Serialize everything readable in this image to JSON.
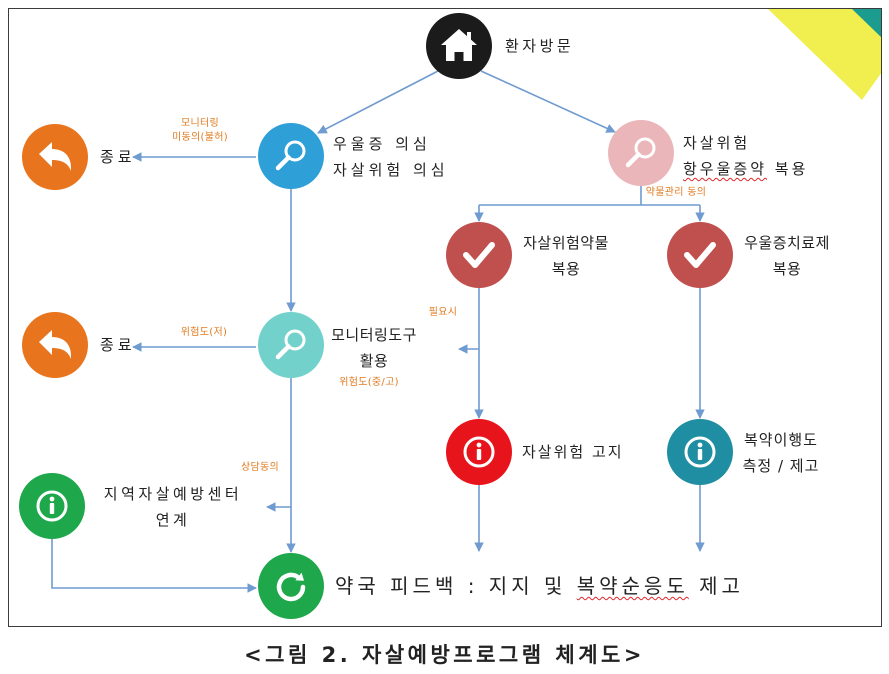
{
  "diagram": {
    "colors": {
      "arrow": "#6f9bd1",
      "edge_label": "#e07a1f",
      "underline": "#e0262b",
      "accent_yellow": "#f1ef4f",
      "accent_teal": "#1c9c8e"
    },
    "nodes": {
      "visit": {
        "label": "환자방문",
        "icon": "home-icon",
        "color": "#1b1b1b"
      },
      "end_upper": {
        "label": "종료",
        "icon": "undo-arrow-icon",
        "color": "#e8751d"
      },
      "suspect": {
        "line1": "우울증 의심",
        "line2": "자살위험 의심",
        "icon": "search-icon",
        "color": "#2f9fd7"
      },
      "antidepressant": {
        "line1": "자살위험",
        "line2_marked": "항우울증약",
        "line2_rest": " 복용",
        "icon": "search-icon",
        "color": "#ebb6b9"
      },
      "risk_drug": {
        "line1": "자살위험약물",
        "line2": "복용",
        "icon": "check-icon",
        "color": "#c0504e"
      },
      "depression_drug": {
        "line1": "우울증치료제",
        "line2": "복용",
        "icon": "check-icon",
        "color": "#c0504e"
      },
      "end_lower": {
        "label": "종료",
        "icon": "undo-arrow-icon",
        "color": "#e8751d"
      },
      "monitoring_tool": {
        "line1": "모니터링도구",
        "line2": "활용",
        "icon": "search-icon",
        "color": "#73d1cb"
      },
      "risk_notice": {
        "label": "자살위험 고지",
        "icon": "info-icon",
        "color": "#e8141b"
      },
      "adherence": {
        "line1": "복약이행도",
        "line2": "측정 / 제고",
        "icon": "info-icon",
        "color": "#1f8ea2"
      },
      "community_center": {
        "line1": "지역자살예방센터",
        "line2": "연계",
        "icon": "info-icon",
        "color": "#1ea84b"
      },
      "feedback": {
        "label_start": "약국 피드백 : 지지 및 ",
        "label_marked": "복약순응도",
        "label_end": " 제고",
        "icon": "refresh-icon",
        "color": "#1ea84b"
      }
    },
    "edge_labels": {
      "monitoring_refused_1": "모니터링",
      "monitoring_refused_2": "미동의(불허)",
      "medication_consent": "약물관리 동의",
      "risk_low": "위험도(저)",
      "if_needed": "필요시",
      "risk_mid_high": "위험도(중/고)",
      "counsel_consent": "상담동의"
    }
  },
  "caption": "<그림 2. 자살예방프로그램 체계도>"
}
